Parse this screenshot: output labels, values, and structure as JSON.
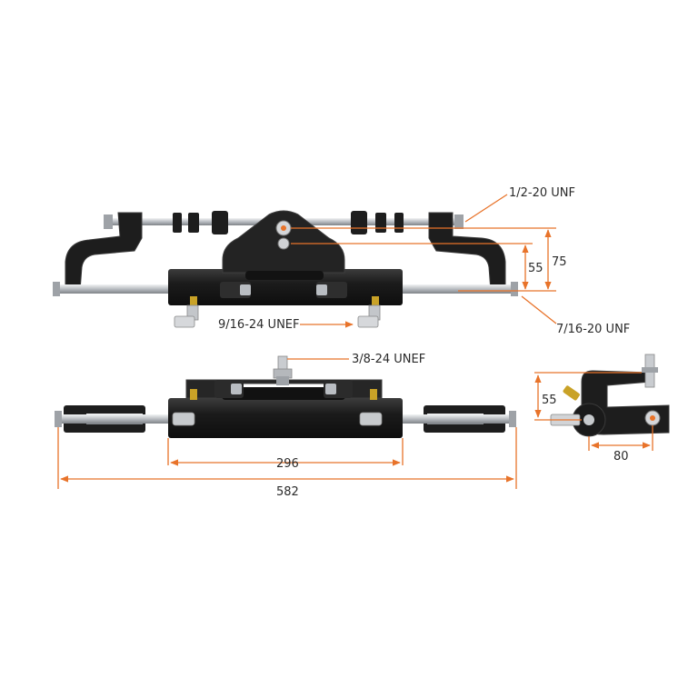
{
  "colors": {
    "dimension": "#e8732a",
    "body": "#1d1d1d",
    "body_edge": "#3a3a3a",
    "steel": "#c9ccd0",
    "steel_dark": "#8d9196",
    "brass": "#c9a227",
    "background": "#ffffff"
  },
  "annotations": {
    "port_top": "1/2-20 UNF",
    "port_bottom": "7/16-20 UNF",
    "hose_fitting": "9/16-24 UNEF",
    "bleed_fitting": "3/8-24 UNEF"
  },
  "dimensions": {
    "height_small": "55",
    "height_large": "75",
    "cylinder_length": "296",
    "overall_length": "582",
    "side_height": "55",
    "side_width": "80"
  },
  "icons": {
    "fitting": "elbow-fitting-icon",
    "bleeder": "bleeder-valve-icon"
  }
}
